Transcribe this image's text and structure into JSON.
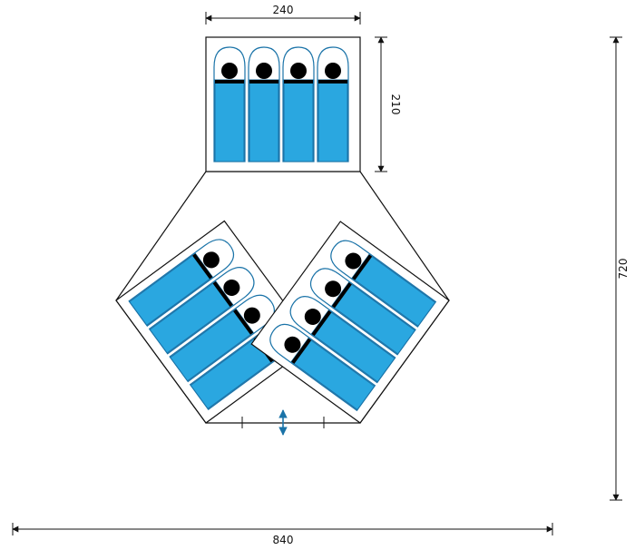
{
  "dimensions": {
    "cabin_width": "240",
    "cabin_depth": "210",
    "total_height": "720",
    "total_width": "840"
  },
  "colors": {
    "bag_fill": "#2aa7e0",
    "bag_outline": "#1a73a8",
    "head": "#000000",
    "line": "#111111",
    "door_arrow": "#1a73a8"
  },
  "cabins": [
    {
      "name": "top",
      "bags": 4
    },
    {
      "name": "bottom-left",
      "bags": 4
    },
    {
      "name": "bottom-right",
      "bags": 4
    }
  ]
}
